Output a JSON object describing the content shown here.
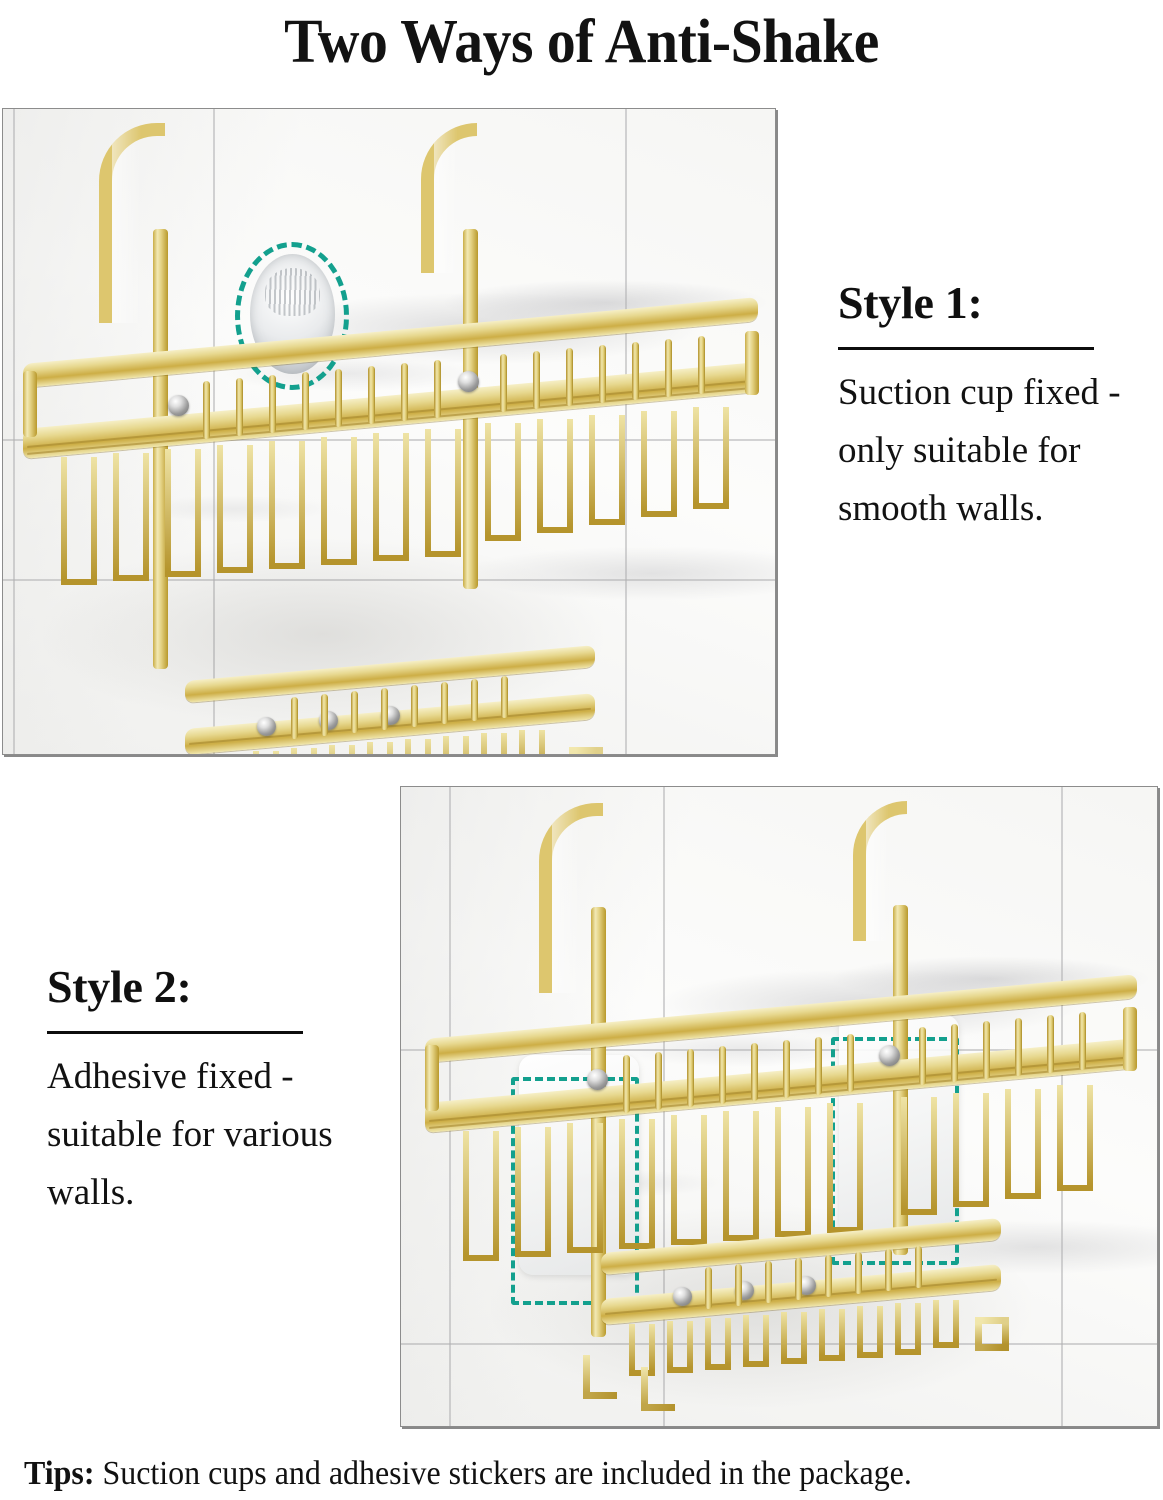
{
  "page": {
    "title": "Two Ways of Anti-Shake",
    "background_color": "#ffffff",
    "accent_color": "#13a08e",
    "product_color": "#d8bf55"
  },
  "styles": [
    {
      "heading": "Style 1:",
      "description": "Suction cup fixed - only suitable for smooth walls.",
      "mount_type": "suction-cup",
      "highlight_shape": "dashed-circle"
    },
    {
      "heading": "Style 2:",
      "description": "Adhesive fixed - suitable for various walls.",
      "mount_type": "adhesive-sticker",
      "highlight_shape": "dashed-rectangle"
    }
  ],
  "tips": {
    "label": "Tips:",
    "text": " Suction cups and adhesive stickers are included in the package."
  },
  "images": {
    "style1_alt": "Gold shower caddy mounted on smooth marble wall with suction cup",
    "style2_alt": "Gold shower caddy mounted on marble wall with adhesive stickers"
  }
}
